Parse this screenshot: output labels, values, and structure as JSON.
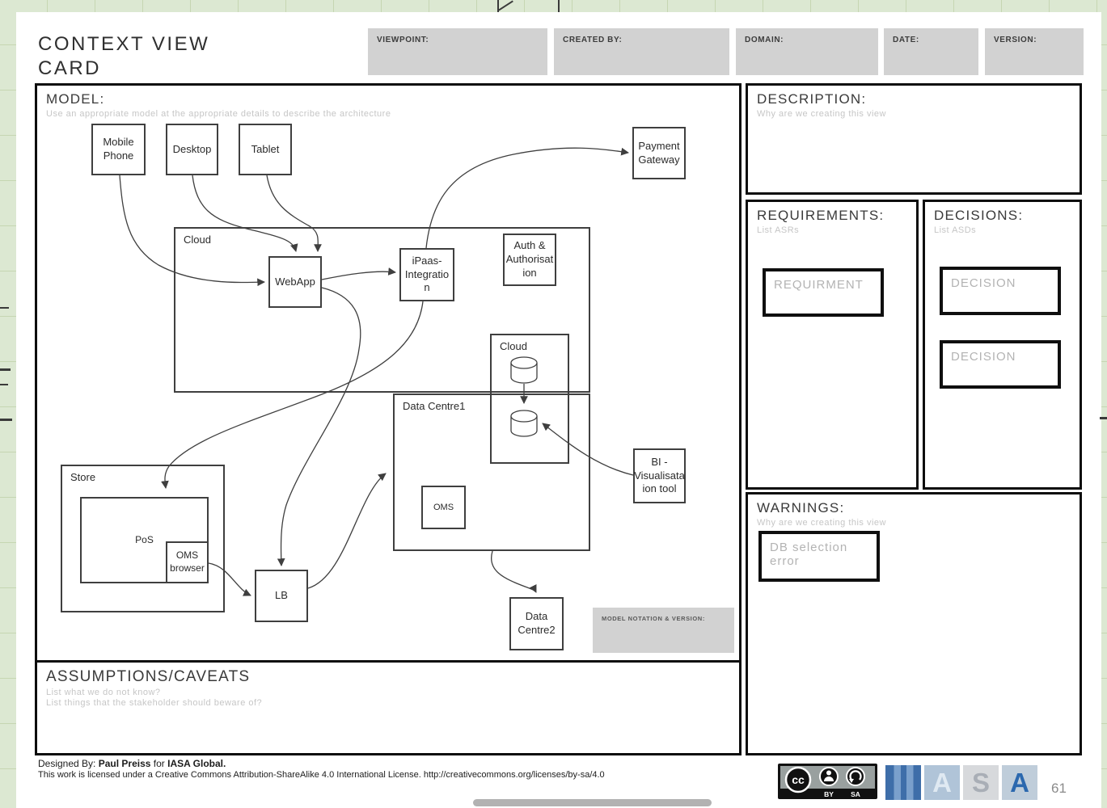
{
  "page": {
    "title": "CONTEXT VIEW\nCARD",
    "page_number": "61"
  },
  "colors": {
    "background_green": "#dce8d2",
    "gray_fill": "#d2d2d2",
    "panel_border": "#0d0d0d",
    "diagram_stroke": "#3f3f3f",
    "placeholder_text": "#c6c6c6",
    "muted_box_text": "#b3b3b3",
    "iasa_blue": "#2b68ae",
    "scrollbar_gray": "#b2b2b2"
  },
  "header_fields": [
    {
      "label": "VIEWPOINT:"
    },
    {
      "label": "CREATED BY:"
    },
    {
      "label": "DOMAIN:"
    },
    {
      "label": "DATE:"
    },
    {
      "label": "VERSION:"
    }
  ],
  "sections": {
    "model": {
      "title": "MODEL:",
      "subtitle": "Use an appropriate model at the appropriate details to describe the architecture",
      "notation_label": "MODEL NOTATION & VERSION:"
    },
    "description": {
      "title": "DESCRIPTION:",
      "subtitle": "Why are we creating this view"
    },
    "requirements": {
      "title": "REQUIREMENTS:",
      "subtitle": "List ASRs",
      "boxes": [
        "REQUIRMENT"
      ]
    },
    "decisions": {
      "title": "DECISIONS:",
      "subtitle": "List ASDs",
      "boxes": [
        "DECISION",
        "DECISION"
      ]
    },
    "warnings": {
      "title": "WARNINGS:",
      "subtitle": "Why are we creating this view",
      "boxes": [
        "DB selection\nerror"
      ]
    },
    "assumptions": {
      "title": "ASSUMPTIONS/CAVEATS",
      "subtitle_1": "List what we do not know?",
      "subtitle_2": "List things that the stakeholder should beware of?"
    }
  },
  "diagram": {
    "containers": [
      {
        "label": "Cloud"
      },
      {
        "label": "Cloud"
      },
      {
        "label": "Data Centre1"
      },
      {
        "label": "Store"
      }
    ],
    "nodes": [
      {
        "label": "Mobile\nPhone"
      },
      {
        "label": "Desktop"
      },
      {
        "label": "Tablet"
      },
      {
        "label": "Payment\nGateway"
      },
      {
        "label": "WebApp"
      },
      {
        "label": "iPaas-\nIntegratio\nn"
      },
      {
        "label": "Auth &\nAuthorisat\nion"
      },
      {
        "label": "OMS"
      },
      {
        "label": "BI -\nVisualisata\nion tool"
      },
      {
        "label": "LB"
      },
      {
        "label": "Data\nCentre2"
      },
      {
        "label": "PoS"
      },
      {
        "label": "OMS\nbrowser"
      }
    ]
  },
  "footer": {
    "designed_parts": [
      "Designed By: ",
      "Paul Preiss",
      " for ",
      "IASA Global."
    ],
    "license": "This work is licensed under a Creative Commons Attribution-ShareAlike 4.0 International License. http://creativecommons.org/licenses/by-sa/4.0"
  },
  "logos": {
    "cc": {
      "cc": "cc",
      "by": "BY",
      "sa": "SA"
    },
    "iasa": {
      "letters": [
        "A",
        "S",
        "A"
      ]
    }
  }
}
